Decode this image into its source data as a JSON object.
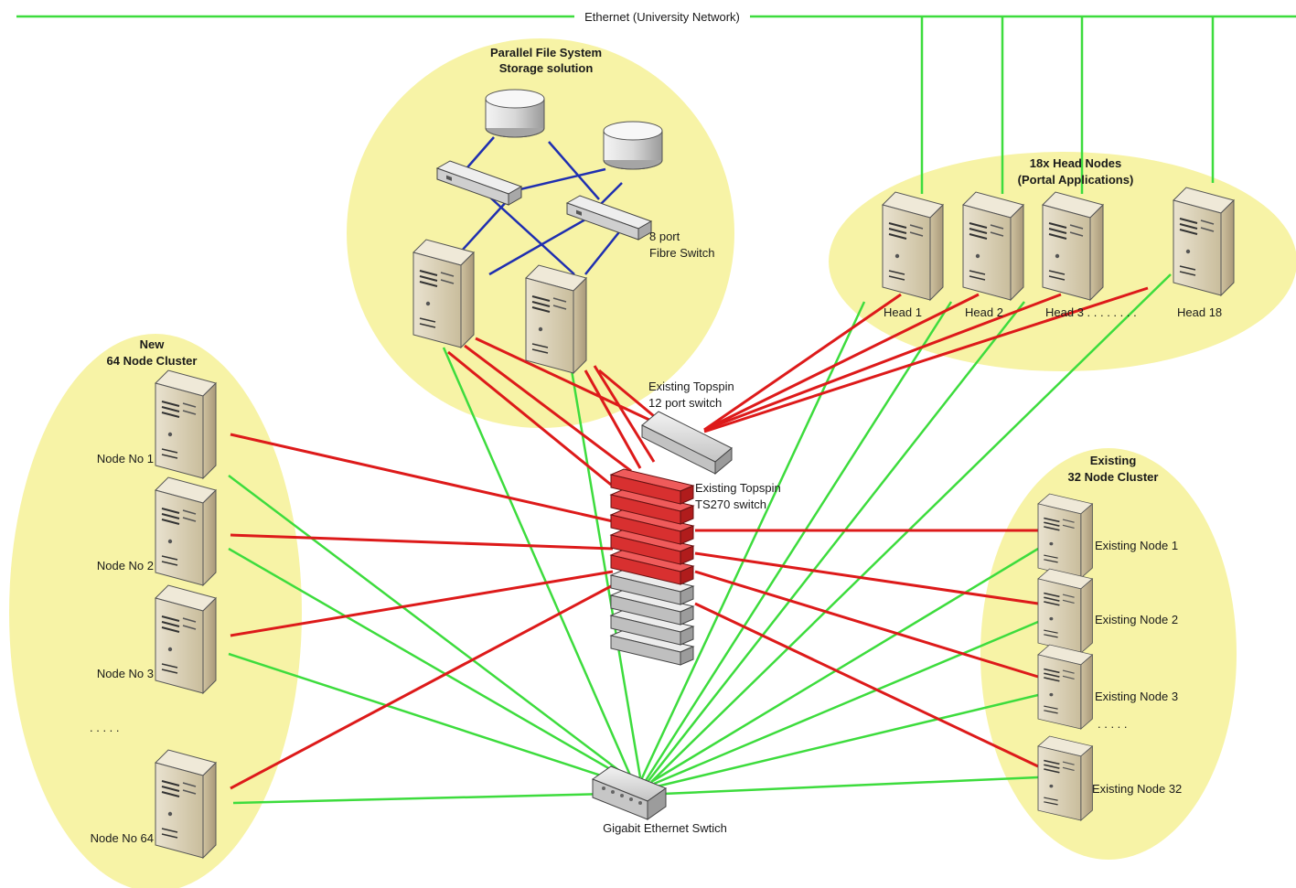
{
  "ethernet_label": "Ethernet (University Network)",
  "storage": {
    "title_line1": "Parallel File System",
    "title_line2": "Storage solution",
    "fibre_switch_line1": "8 port",
    "fibre_switch_line2": "Fibre Switch"
  },
  "head_nodes": {
    "title_line1": "18x Head Nodes",
    "title_line2": "(Portal Applications)",
    "nodes": [
      "Head 1",
      "Head 2",
      "Head 3 . . . . . . . .",
      "Head 18"
    ]
  },
  "new_cluster": {
    "title_line1": "New",
    "title_line2": "64 Node Cluster",
    "nodes": [
      "Node No 1",
      "Node No 2",
      "Node No 3",
      "Node No 64"
    ],
    "ellipsis": ". . . . ."
  },
  "existing_cluster": {
    "title_line1": "Existing",
    "title_line2": "32 Node Cluster",
    "nodes": [
      "Existing Node 1",
      "Existing Node 2",
      "Existing Node 3",
      "Existing Node 32"
    ],
    "ellipsis": ". . . . ."
  },
  "topspin12": {
    "line1": "Existing Topspin",
    "line2": "12 port switch"
  },
  "ts270": {
    "line1": "Existing Topspin",
    "line2": "TS270 switch"
  },
  "gigabit_switch": "Gigabit Ethernet Swtich",
  "colors": {
    "ethernet_green": "#3ddc3d",
    "infiniband_red": "#dd1a1a",
    "fibre_blue": "#1f2fb0",
    "zone_yellow": "#f7f3a6"
  }
}
